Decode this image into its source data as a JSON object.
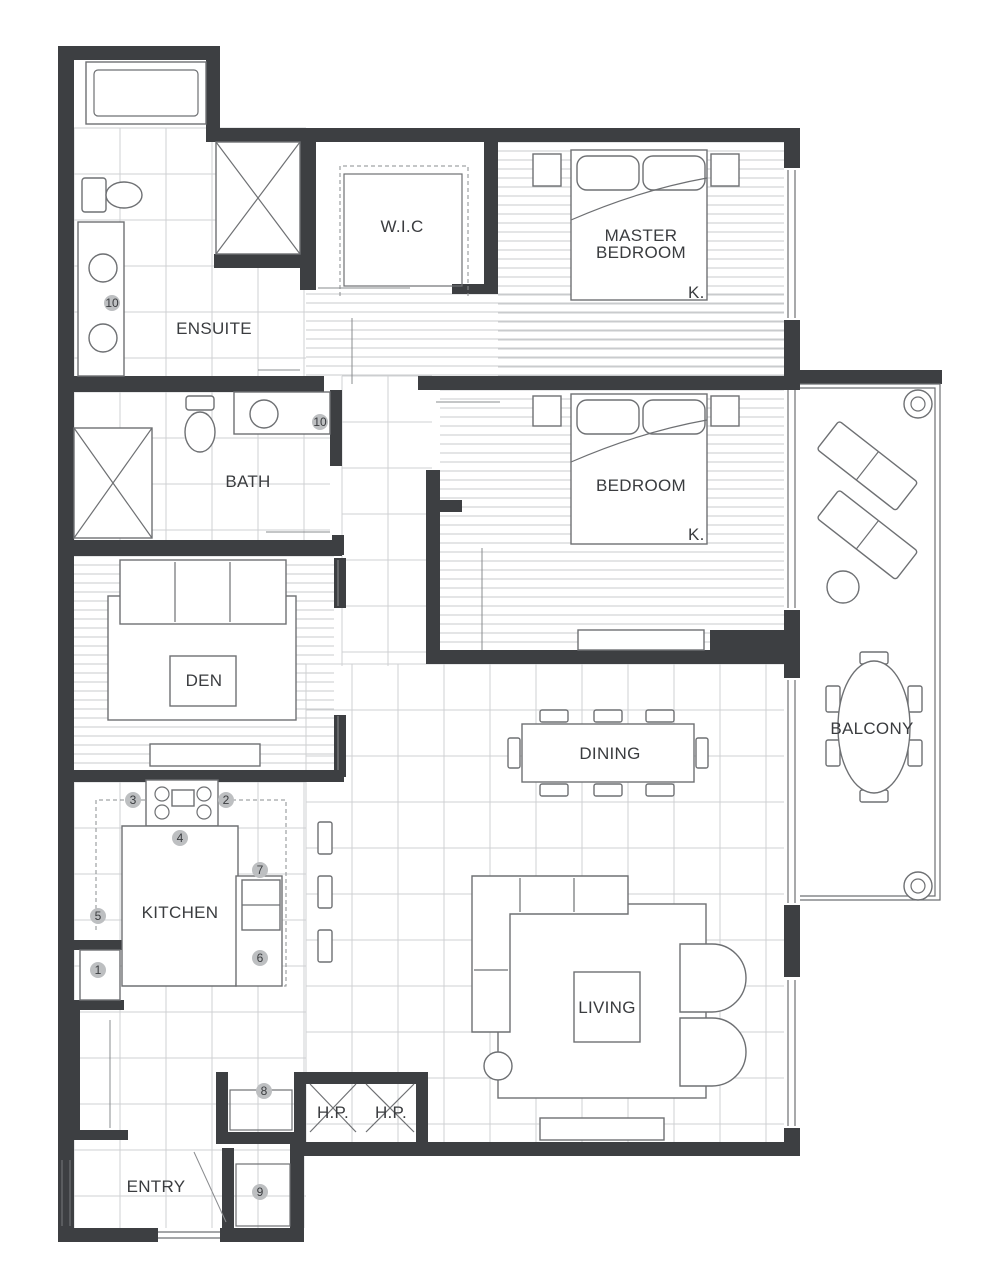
{
  "rooms": {
    "wic": "W.I.C",
    "master_bedroom_line1": "MASTER",
    "master_bedroom_line2": "BEDROOM",
    "master_bed_size": "K.",
    "ensuite": "ENSUITE",
    "bath": "BATH",
    "bedroom": "BEDROOM",
    "bedroom_bed_size": "K.",
    "den": "DEN",
    "dining": "DINING",
    "balcony": "BALCONY",
    "kitchen": "KITCHEN",
    "living": "LIVING",
    "hp_left": "H.P.",
    "hp_right": "H.P.",
    "entry": "ENTRY"
  },
  "markers": {
    "m1": "1",
    "m2": "2",
    "m3": "3",
    "m4": "4",
    "m5": "5",
    "m6": "6",
    "m7": "7",
    "m8": "8",
    "m9": "9",
    "m10_ensuite": "10",
    "m10_bath": "10"
  },
  "colors": {
    "wall": "#3d3f42",
    "marker": "#bdbfc1"
  }
}
